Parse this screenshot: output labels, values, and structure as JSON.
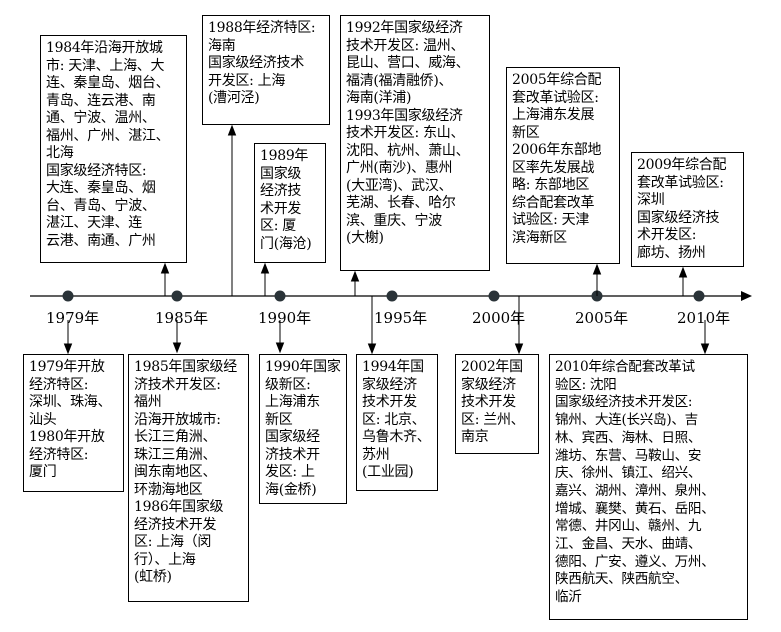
{
  "years": [
    "1979年",
    "1985年",
    "1990年",
    "1995年",
    "2000年",
    "2005年",
    "2010年"
  ],
  "boxes": {
    "b1984": [
      "1984年沿海开放城",
      "市: 天津、上海、大",
      "连、秦皇岛、烟台、",
      "青岛、连云港、南",
      "通、宁波、温州、",
      "福州、广州、湛江、",
      "北海",
      "国家级经济特区:",
      "大连、秦皇岛、烟",
      "台、青岛、宁波、",
      "湛江、天津、连",
      "云港、南通、广州"
    ],
    "b1988": [
      "1988年经济特区:",
      "海南",
      "国家级经济技术",
      "开发区: 上海",
      "(漕河泾)"
    ],
    "b1989": [
      "1989年",
      "国家级",
      "经济技",
      "术开发",
      "区: 厦",
      "门(海沧)"
    ],
    "b1992": [
      "1992年国家级经济",
      "技术开发区: 温州、",
      "昆山、营口、威海、",
      "福清(福清融侨)、",
      "海南(洋浦)",
      "1993年国家级经济",
      "技术开发区: 东山、",
      "沈阳、杭州、萧山、",
      "广州(南沙)、惠州",
      "(大亚湾)、武汉、",
      "芜湖、长春、哈尔",
      "滨、重庆、宁波",
      "(大榭)"
    ],
    "b2005": [
      "2005年综合配",
      "套改革试验区:",
      "上海浦东发展",
      "新区",
      "2006年东部地",
      "区率先发展战",
      "略: 东部地区",
      "综合配套改革",
      "试验区: 天津",
      "滨海新区"
    ],
    "b2009": [
      "2009年综合配",
      "套改革试验区:",
      "深圳",
      "国家级经济技",
      "术开发区:",
      "廊坊、扬州"
    ],
    "b1979": [
      "1979年开放",
      "经济特区:",
      "深圳、珠海、",
      "汕头",
      "1980年开放",
      "经济特区:",
      "厦门"
    ],
    "b1985": [
      "1985年国家级经",
      "济技术开发区:",
      "福州",
      "沿海开放城市:",
      "长江三角洲、",
      "珠江三角洲、",
      "闽东南地区、",
      "环渤海地区",
      "1986年国家级",
      "经济技术开发",
      "区: 上海（闵",
      "行）、上海",
      "(虹桥)"
    ],
    "b1990": [
      "1990年国家",
      "级新区:",
      "上海浦东",
      "新区",
      "国家级经",
      "济技术开",
      "发区: 上",
      "海(金桥)"
    ],
    "b1994": [
      "1994年国",
      "家级经济",
      "技术开发",
      "区: 北京、",
      "乌鲁木齐、",
      "苏州",
      "(工业园)"
    ],
    "b2002": [
      "2002年国",
      "家级经济",
      "技术开发",
      "区: 兰州、",
      "南京"
    ],
    "b2010": [
      "2010年综合配套改革试",
      "验区: 沈阳",
      "国家级经济技术开发区:",
      "锦州、大连(长兴岛)、吉",
      "林、宾西、海林、日照、",
      "潍坊、东营、马鞍山、安",
      "庆、徐州、镇江、绍兴、",
      "嘉兴、湖州、漳州、泉州、",
      "增城、襄樊、黄石、岳阳、",
      "常德、井冈山、赣州、九",
      "江、金昌、天水、曲靖、",
      "德阳、广安、遵义、万州、",
      "陕西航天、陕西航空、",
      "临沂"
    ]
  }
}
